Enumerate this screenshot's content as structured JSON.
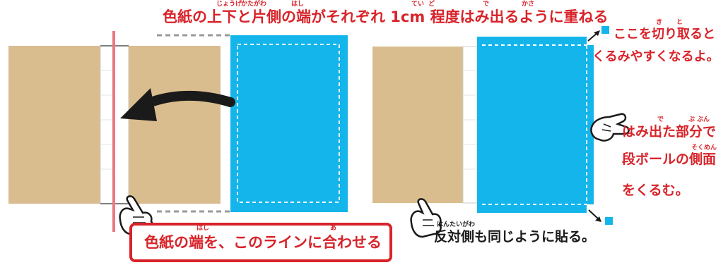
{
  "title": {
    "text": "色紙の上下と片側の端がそれぞれ 1cm 程度はみ出るように重ねる",
    "furigana": [
      "じょうげ",
      "かたがわ",
      "はし",
      "てい",
      "ど",
      "で",
      "かさ"
    ]
  },
  "left_callout": {
    "text": "色紙の端を、このラインに合わせる",
    "furigana": [
      "はし",
      "あ"
    ]
  },
  "top_right_note": {
    "line1": "ここを切り取ると",
    "line2": "くるみやすくなるよ。",
    "furigana": [
      "き",
      "と"
    ]
  },
  "right_note": {
    "line1": "はみ出た部分で",
    "line2": "段ボールの側面",
    "line3": "をくるむ。",
    "furigana": [
      "で",
      "ぶ",
      "ぶん",
      "そくめん"
    ]
  },
  "bottom_note": {
    "text": "反対側も同じように貼る。",
    "furigana": "はんたいがわ"
  },
  "colors": {
    "cardboard": "#d9bd8f",
    "paper_blue": "#13b5ea",
    "accent_red": "#d8232a",
    "guide_line": "#e87a82",
    "dashed_gray": "#9a9a9a"
  }
}
